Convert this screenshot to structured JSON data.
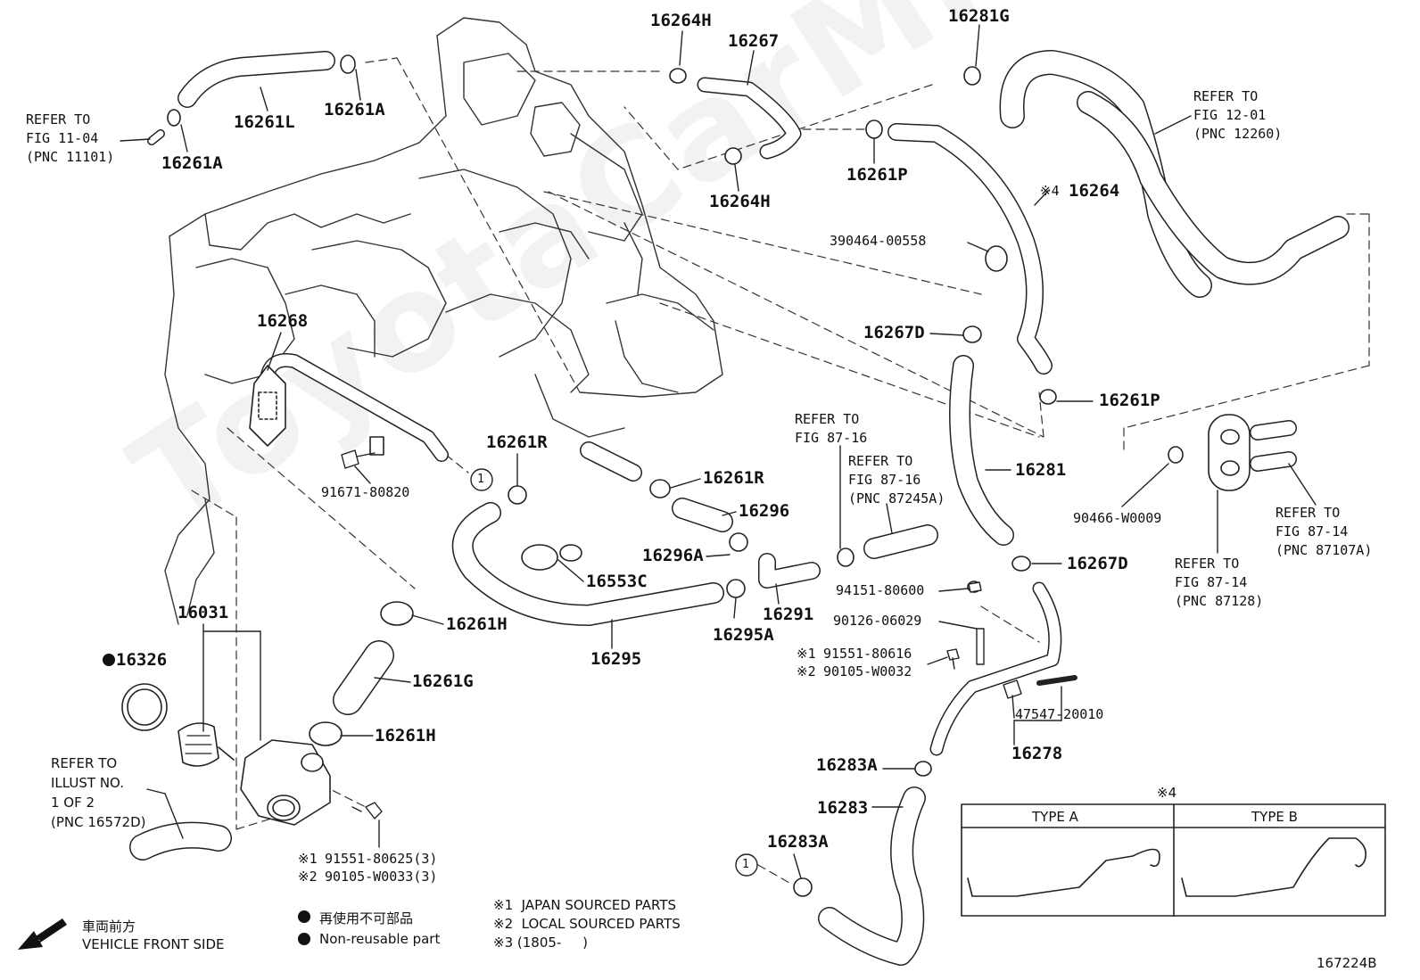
{
  "watermark": "ToyotaCarMirror.ru",
  "labels": {
    "p16264H_top": "16264H",
    "p16267": "16267",
    "p16281G": "16281G",
    "p16261L": "16261L",
    "p16261A_top": "16261A",
    "p16261A_left": "16261A",
    "p16264H_mid": "16264H",
    "p16261P_top": "16261P",
    "p16264": "16264",
    "p390464": "390464-00558",
    "p16268": "16268",
    "p16267D_top": "16267D",
    "p16261P_mid": "16261P",
    "p16261R_left": "16261R",
    "p16261R_mid": "16261R",
    "p16281": "16281",
    "p91671": "91671-80820",
    "p16296": "16296",
    "p16296A": "16296A",
    "p16553C": "16553C",
    "p16267D_mid": "16267D",
    "p90466": "90466-W0009",
    "p16031": "16031",
    "p16261H_top": "16261H",
    "p16291": "16291",
    "p16295A": "16295A",
    "p16295": "16295",
    "p16326": "16326",
    "p16261G": "16261G",
    "p94151": "94151-80600",
    "p90126": "90126-06029",
    "p91551_80616": "91551-80616",
    "p90105_W0032": "90105-W0032",
    "p47547": "47547-20010",
    "p16278": "16278",
    "p16261H_bot": "16261H",
    "p16283A_top": "16283A",
    "p16283": "16283",
    "p16283A_bot": "16283A",
    "p91551_80625": "91551-80625(3)",
    "p90105_W0033": "90105-W0033(3)",
    "diagram_code": "167224B"
  },
  "marks": {
    "star4": "※4",
    "star1": "※1",
    "star2": "※2",
    "star1b": "※1",
    "star2b": "※2",
    "circle1": "1",
    "circle1b": "1"
  },
  "refs": {
    "fig1104": "REFER TO\nFIG 11-04\n(PNC 11101)",
    "fig1201": "REFER TO\nFIG 12-01\n(PNC 12260)",
    "fig8716a": "REFER TO\nFIG 87-16",
    "fig8716b": "REFER TO\nFIG 87-16\n(PNC 87245A)",
    "fig8714a": "REFER TO\nFIG 87-14\n(PNC 87107A)",
    "fig8714b": "REFER TO\nFIG 87-14\n(PNC 87128)",
    "illust": "REFER TO\nILLUST NO.\n1 OF 2\n(PNC 16572D)"
  },
  "types": {
    "star": "※4",
    "a": "TYPE A",
    "b": "TYPE B"
  },
  "legend": {
    "front_jp": "車両前方",
    "front_en": "VEHICLE FRONT SIDE",
    "nonreuse_jp": "再使用不可部品",
    "nonreuse_en": "Non-reusable part",
    "n1": "※1  JAPAN SOURCED PARTS",
    "n2": "※2  LOCAL SOURCED PARTS",
    "n3": "※3 (1805-     )"
  }
}
